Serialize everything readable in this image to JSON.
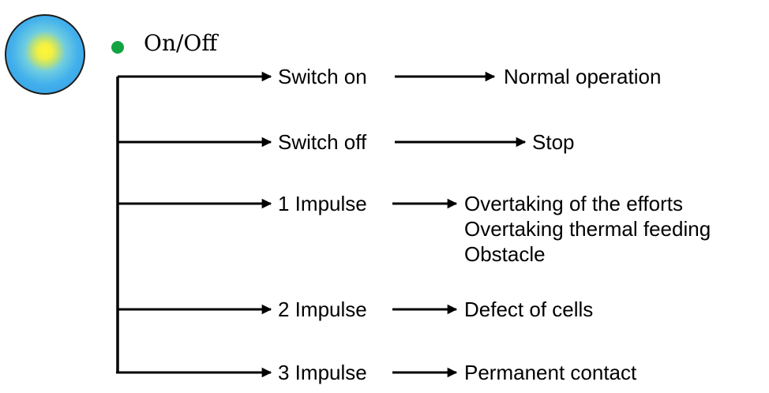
{
  "title": "On/Off",
  "branches": [
    {
      "trigger": "Switch on",
      "results": [
        "Normal operation"
      ]
    },
    {
      "trigger": "Switch off",
      "results": [
        "Stop"
      ]
    },
    {
      "trigger": "1 Impulse",
      "results": [
        "Overtaking of the efforts",
        "Overtaking thermal feeding",
        "Obstacle"
      ]
    },
    {
      "trigger": "2 Impulse",
      "results": [
        "Defect of cells"
      ]
    },
    {
      "trigger": "3 Impulse",
      "results": [
        "Permanent contact"
      ]
    }
  ],
  "colors": {
    "indicator_dot": "#13a343",
    "lamp_center": "#fff63a",
    "lamp_edge": "#2f97e3"
  }
}
